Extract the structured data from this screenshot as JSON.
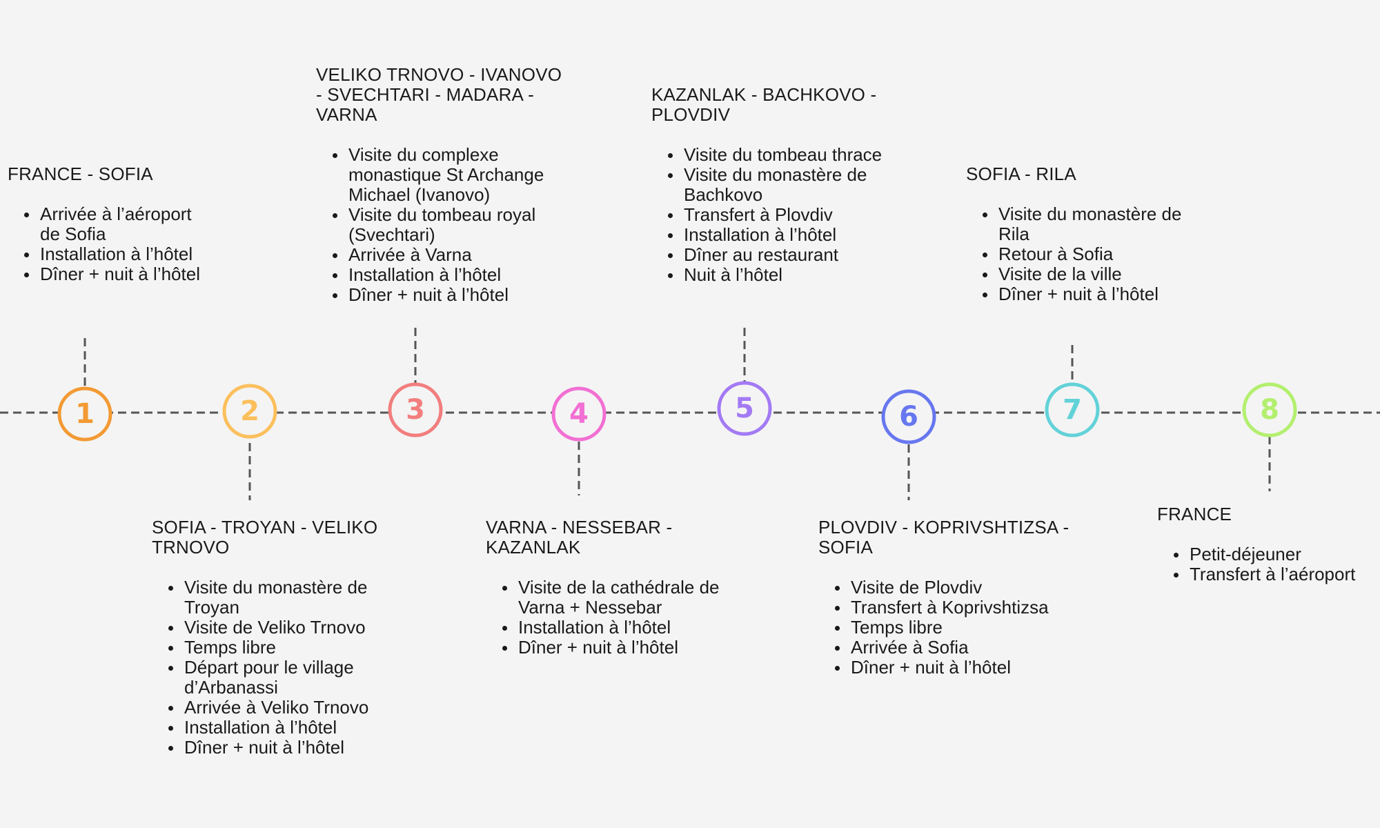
{
  "colors": {
    "line": "#555555",
    "steps": [
      "#f39a34",
      "#fbbf5c",
      "#f27e7e",
      "#f26fd3",
      "#a37af4",
      "#6777ef",
      "#62d2d8",
      "#b3ef6e"
    ]
  },
  "steps": [
    {
      "number": "1",
      "title": "FRANCE - SOFIA",
      "items": [
        "Arrivée à l’aéroport de Sofia",
        "Installation à l’hôtel",
        "Dîner + nuit à l’hôtel"
      ]
    },
    {
      "number": "2",
      "title": "SOFIA - TROYAN - VELIKO TRNOVO",
      "items": [
        "Visite du monastère de Troyan",
        "Visite de Veliko Trnovo",
        "Temps libre",
        "Départ pour le village d’Arbanassi",
        "Arrivée à Veliko Trnovo",
        "Installation à l’hôtel",
        "Dîner + nuit à l’hôtel"
      ]
    },
    {
      "number": "3",
      "title": "VELIKO TRNOVO - IVANOVO - SVECHTARI - MADARA - VARNA",
      "items": [
        "Visite du complexe monastique St Archange Michael (Ivanovo)",
        "Visite du tombeau royal (Svechtari)",
        "Arrivée à Varna",
        "Installation à l’hôtel",
        "Dîner + nuit à l’hôtel"
      ]
    },
    {
      "number": "4",
      "title": "VARNA - NESSEBAR - KAZANLAK",
      "items": [
        "Visite de la cathédrale de Varna + Nessebar",
        "Installation à l’hôtel",
        "Dîner  + nuit à l’hôtel"
      ]
    },
    {
      "number": "5",
      "title": "KAZANLAK - BACHKOVO - PLOVDIV",
      "items": [
        "Visite du tombeau thrace",
        "Visite du monastère de Bachkovo",
        "Transfert à Plovdiv",
        "Installation à l’hôtel",
        "Dîner au restaurant",
        "Nuit à l’hôtel"
      ]
    },
    {
      "number": "6",
      "title": "PLOVDIV - KOPRIVSHTIZSA - SOFIA",
      "items": [
        "Visite de Plovdiv",
        "Transfert à Koprivshtizsa",
        "Temps libre",
        "Arrivée à Sofia",
        "Dîner + nuit à l’hôtel"
      ]
    },
    {
      "number": "7",
      "title": "SOFIA - RILA",
      "items": [
        "Visite du monastère de Rila",
        "Retour à Sofia",
        "Visite de la ville",
        "Dîner + nuit à l’hôtel"
      ]
    },
    {
      "number": "8",
      "title": "FRANCE",
      "items": [
        "Petit-déjeuner",
        "Transfert à l’aéroport"
      ]
    }
  ]
}
